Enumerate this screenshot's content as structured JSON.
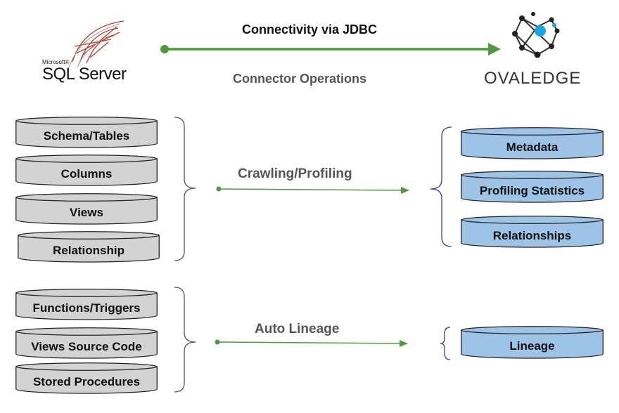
{
  "header": {
    "source_logo": {
      "small_text": "Microsoft®",
      "name": "SQL Server"
    },
    "connectivity_label": "Connectivity via JDBC",
    "operations_label": "Connector Operations",
    "target_logo": {
      "name": "OVALEDGE"
    }
  },
  "colors": {
    "arrow_green": "#4f9a3b",
    "source_fill": "#d3d3d3",
    "target_fill": "#9dc3e6",
    "target_brace": "#3a3ab8",
    "source_brace": "#555555",
    "logo_red": "#c0392b",
    "logo_accent": "#1aa6e0"
  },
  "crawl_section": {
    "source_items": [
      "Schema/Tables",
      "Columns",
      "Views",
      "Relationship"
    ],
    "flow_label": "Crawling/Profiling",
    "target_items": [
      "Metadata",
      "Profiling Statistics",
      "Relationships"
    ]
  },
  "lineage_section": {
    "source_items": [
      "Functions/Triggers",
      "Views Source Code",
      "Stored Procedures"
    ],
    "flow_label": "Auto Lineage",
    "target_items": [
      "Lineage"
    ]
  }
}
